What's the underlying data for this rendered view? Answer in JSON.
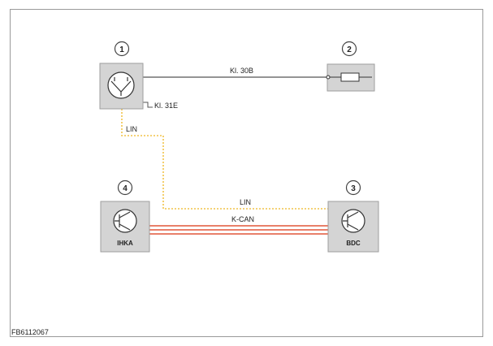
{
  "diagram": {
    "document_id": "FB6112067",
    "components": [
      {
        "number": "1",
        "label": ""
      },
      {
        "number": "2",
        "label": ""
      },
      {
        "number": "3",
        "label": "BDC"
      },
      {
        "number": "4",
        "label": "IHKA"
      }
    ],
    "wires": {
      "kl30b": "Kl. 30B",
      "kl31e": "Kl. 31E",
      "lin_vertical": "LIN",
      "lin_horizontal": "LIN",
      "kcan": "K-CAN"
    },
    "colors": {
      "component_fill": "#d4d4d4",
      "component_border": "#9e9e9e",
      "lin_wire": "#f2c349",
      "kcan_wire": "#e9806a",
      "power_wire": "#555555",
      "frame": "#9a9a9a"
    }
  }
}
